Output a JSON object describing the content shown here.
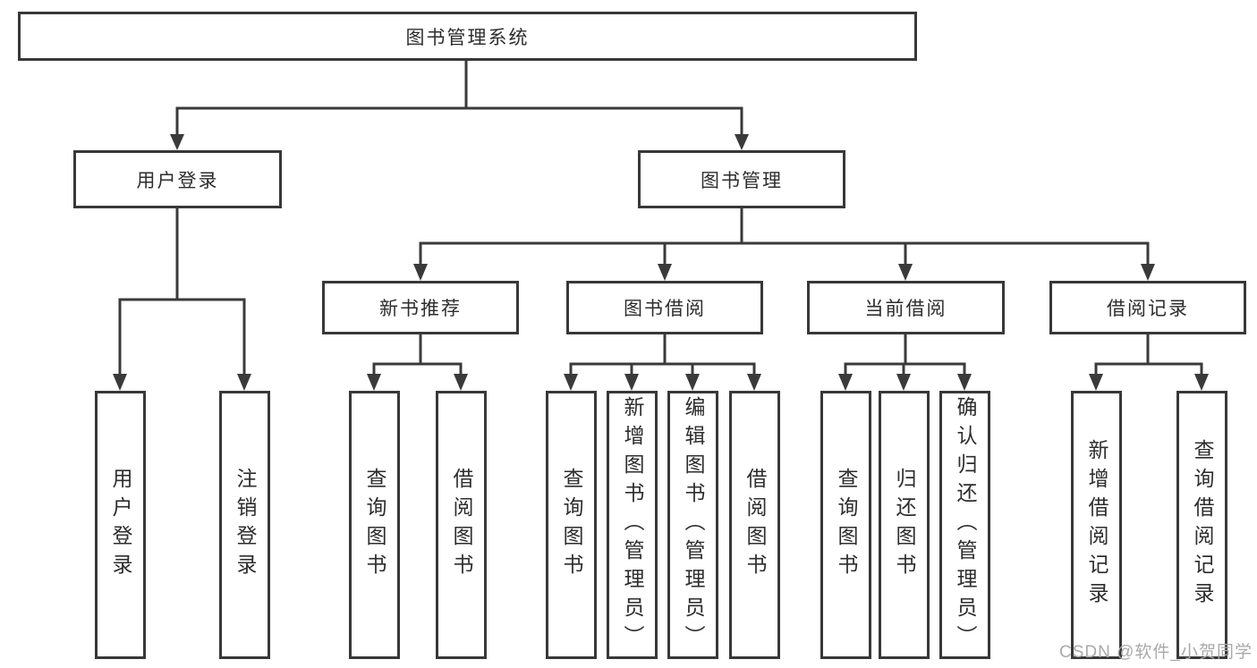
{
  "tree": {
    "label": "图书管理系统",
    "children": [
      {
        "label": "用户登录",
        "children": [
          {
            "label": "用户登录"
          },
          {
            "label": "注销登录"
          }
        ]
      },
      {
        "label": "图书管理",
        "children": [
          {
            "label": "新书推荐",
            "children": [
              {
                "label": "查询图书"
              },
              {
                "label": "借阅图书"
              }
            ]
          },
          {
            "label": "图书借阅",
            "children": [
              {
                "label": "查询图书"
              },
              {
                "label": "新增图书（管理员）"
              },
              {
                "label": "编辑图书（管理员）"
              },
              {
                "label": "借阅图书"
              }
            ]
          },
          {
            "label": "当前借阅",
            "children": [
              {
                "label": "查询图书"
              },
              {
                "label": "归还图书"
              },
              {
                "label": "确认归还（管理员）"
              }
            ]
          },
          {
            "label": "借阅记录",
            "children": [
              {
                "label": "新增借阅记录"
              },
              {
                "label": "查询借阅记录"
              }
            ]
          }
        ]
      }
    ]
  },
  "watermark": {
    "text": "CSDN @软件_小贺同学",
    "color": "#a9a9a9"
  },
  "colors": {
    "line": "#3a3a3a",
    "box_border": "#383838",
    "text": "#2d2d2d",
    "background": "#ffffff",
    "watermark": "#a9a9a9"
  }
}
